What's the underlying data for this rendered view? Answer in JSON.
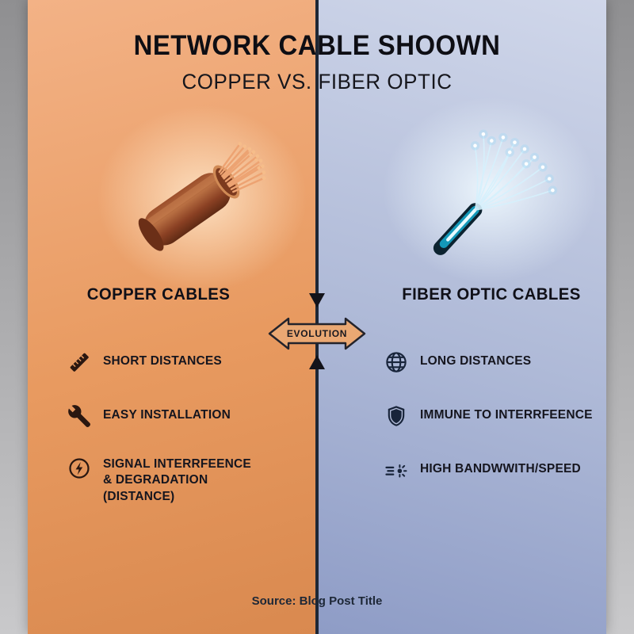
{
  "header": {
    "title": "NETWORK CABLE SHOOWN",
    "subtitle": "COPPER VS. FIBER OPTIC"
  },
  "copper": {
    "heading": "COPPER CABLES",
    "illustration": "copper-cable-illustration",
    "items": [
      {
        "icon": "ruler-icon",
        "label": "SHORT DISTANCES"
      },
      {
        "icon": "wrench-icon",
        "label": "EASY INSTALLATION"
      },
      {
        "icon": "signal-interference-icon",
        "label": "SIGNAL INTERRFEENCE\n& DEGRADATION\n(DISTANCE)"
      }
    ]
  },
  "fiber": {
    "heading": "FIBER OPTIC CABLES",
    "illustration": "fiber-optic-cable-illustration",
    "items": [
      {
        "icon": "globe-icon",
        "label": "LONG DISTANCES"
      },
      {
        "icon": "shield-icon",
        "label": "IMMUNE TO INTERRFEENCE"
      },
      {
        "icon": "speed-icon",
        "label": "HIGH BANDWWITH/SPEED"
      }
    ]
  },
  "center": {
    "evolution_label": "EVOLUTION"
  },
  "footer": {
    "source": "Source: Blog Post Title"
  },
  "colors": {
    "frame_top": "#8f8f91",
    "frame_bottom": "#c9c9cb",
    "copper_top": "#f3b286",
    "copper_bottom": "#d9894f",
    "fiber_top": "#d0d7ea",
    "fiber_bottom": "#8e9cc6",
    "divider": "#1e2735",
    "ink": "#0e0e14",
    "evolution_fill": "#eaa873",
    "evolution_stroke": "#23232b",
    "copper_icon": "#2a1710",
    "fiber_icon": "#18243a"
  }
}
